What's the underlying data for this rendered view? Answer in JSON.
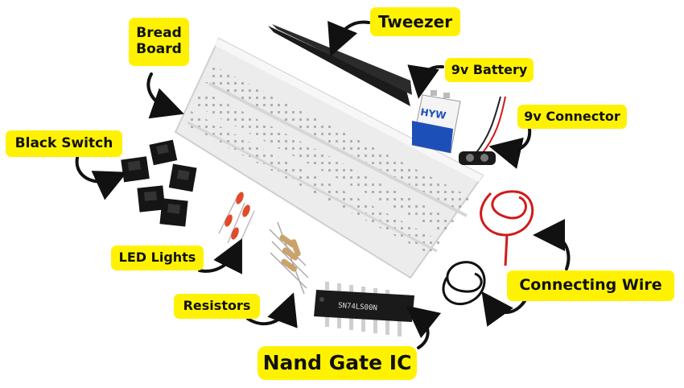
{
  "labels": {
    "bread_board": [
      "Bread",
      "Board"
    ],
    "tweezer": "Tweezer",
    "battery": "9v Battery",
    "connector": "9v Connector",
    "black_switch": "Black Switch",
    "led_lights": "LED Lights",
    "resistors": "Resistors",
    "connecting_wire": "Connecting Wire",
    "nand_gate_ic": "Nand Gate IC"
  },
  "battery_brand": "HYW",
  "ic_marking": [
    "SN74LS00N"
  ],
  "colors": {
    "label_bg": "#fff200",
    "label_text": "#111111",
    "arrow": "#111111",
    "battery_blue": "#1d4fb8",
    "wire_red": "#d11a1a",
    "wire_black": "#111111"
  }
}
